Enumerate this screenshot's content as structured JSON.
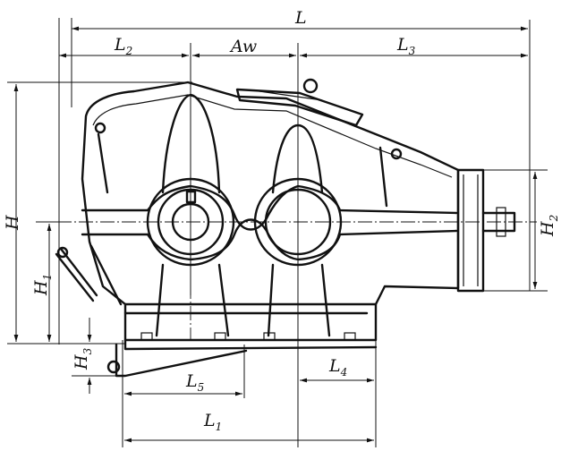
{
  "dimensions": {
    "L": {
      "letter": "L",
      "sub": ""
    },
    "L1": {
      "letter": "L",
      "sub": "1"
    },
    "L2": {
      "letter": "L",
      "sub": "2"
    },
    "L3": {
      "letter": "L",
      "sub": "3"
    },
    "L4": {
      "letter": "L",
      "sub": "4"
    },
    "L5": {
      "letter": "L",
      "sub": "5"
    },
    "Aw": {
      "letter": "Aw",
      "sub": ""
    },
    "H": {
      "letter": "H",
      "sub": ""
    },
    "H1": {
      "letter": "H",
      "sub": "1"
    },
    "H2": {
      "letter": "H",
      "sub": "2"
    },
    "H3": {
      "letter": "H",
      "sub": "3"
    }
  }
}
